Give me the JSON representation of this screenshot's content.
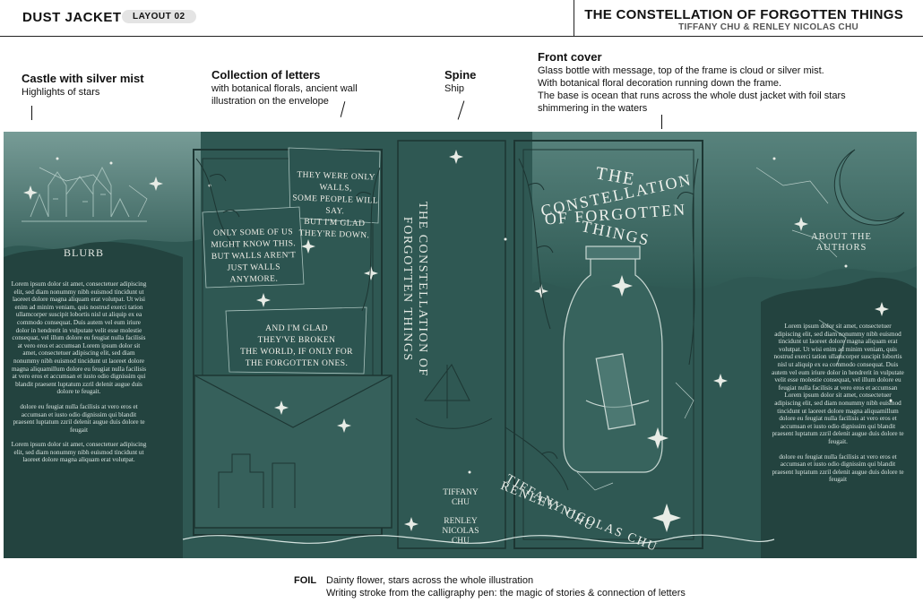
{
  "header": {
    "title": "DUST JACKET",
    "layout_badge": "LAYOUT 02",
    "book_title": "THE CONSTELLATION OF FORGOTTEN THINGS",
    "book_authors": "TIFFANY CHU & RENLEY NICOLAS CHU"
  },
  "annotations": {
    "castle": {
      "heading": "Castle with silver mist",
      "body": "Highlights of stars"
    },
    "letters": {
      "heading": "Collection of letters",
      "body_line1": "with botanical florals, ancient wall",
      "body_line2": "illustration on the envelope"
    },
    "spine": {
      "heading": "Spine",
      "body": "Ship"
    },
    "front": {
      "heading": "Front cover",
      "line1": "Glass bottle with message, top of the frame is cloud or silver mist.",
      "line2": "With botanical floral decoration running down the frame.",
      "line3": "The base is ocean that runs across the whole dust jacket with foil stars",
      "line4": "shimmering in the waters"
    }
  },
  "cover": {
    "blurb_label": "BLURB",
    "about_label_line1": "ABOUT THE",
    "about_label_line2": "AUTHORS",
    "letter1": {
      "l1": "THEY WERE ONLY WALLS,",
      "l2": "SOME PEOPLE WILL SAY.",
      "l3": "BUT I'M GLAD",
      "l4": "THEY'RE DOWN."
    },
    "letter2": {
      "l1": "ONLY SOME OF US",
      "l2": "MIGHT KNOW THIS.",
      "l3": "BUT WALLS AREN'T",
      "l4": "JUST WALLS ANYMORE."
    },
    "letter3": {
      "l1": "AND I'M GLAD",
      "l2": "THEY'VE BROKEN",
      "l3": "THE WORLD, IF ONLY FOR",
      "l4": "THE FORGOTTEN ONES."
    },
    "spine_title": "THE CONSTELLATION OF",
    "spine_title2": "FORGOTTEN THINGS",
    "spine_author1_l1": "TIFFANY",
    "spine_author1_l2": "CHU",
    "spine_author2_l1": "RENLEY",
    "spine_author2_l2": "NICOLAS",
    "spine_author2_l3": "CHU",
    "front_title_l1": "THE",
    "front_title_l2": "CONSTELLATION",
    "front_title_l3": "OF FORGOTTEN",
    "front_title_l4": "THINGS",
    "front_author1": "TIFFANY CHU",
    "front_author2": "RENLEY NICOLAS CHU",
    "blurb_text": {
      "p1": "Lorem ipsum dolor sit amet, consectetuer adipiscing elit, sed diam nonummy nibh euismod tincidunt ut laoreet dolore magna aliquam erat volutpat. Ut wisi enim ad minim veniam, quis nostrud exerci tation ullamcorper suscipit lobortis nisl ut aliquip ex ea commodo consequat. Duis autem vel eum iriure dolor in hendrerit in vulputate velit esse molestie consequat, vel illum dolore eu feugiat nulla facilisis at vero eros et accumsan Lorem ipsum dolor sit amet, consectetuer adipiscing elit, sed diam nonummy nibh euismod tincidunt ut laoreet dolore magna aliquamillum dolore eu feugiat nulla facilisis at vero eros et accumsan et iusto odio dignissim qui blandit praesent luptatum zzril delenit augue duis dolore te feugait.",
      "p2": "dolore eu feugiat nulla facilisis at vero eros et accumsan et iusto odio dignissim qui blandit praesent luptatum zzril delenit augue duis dolore te feugait",
      "p3": "Lorem ipsum dolor sit amet, consectetuer adipiscing elit, sed diam nonummy nibh euismod tincidunt ut laoreet dolore magna aliquam erat volutpat."
    },
    "authors_text": {
      "p1": "Lorem ipsum dolor sit amet, consectetuer adipiscing elit, sed diam nonummy nibh euismod tincidunt ut laoreet dolore magna aliquam erat volutpat. Ut wisi enim ad minim veniam, quis nostrud exerci tation ullamcorper suscipit lobortis nisl ut aliquip ex ea commodo consequat. Duis autem vel eum iriure dolor in hendrerit in vulputate velit esse molestie consequat, vel illum dolore eu feugiat nulla facilisis at vero eros et accumsan Lorem ipsum dolor sit amet, consectetuer adipiscing elit, sed diam nonummy nibh euismod tincidunt ut laoreet dolore magna aliquamillum dolore eu feugiat nulla facilisis at vero eros et accumsan et iusto odio dignissim qui blandit praesent luptatum zzril delenit augue duis dolore te feugait.",
      "p2": "dolore eu feugiat nulla facilisis at vero eros et accumsan et iusto odio dignissim qui blandit praesent luptatum zzril delenit augue duis dolore te feugait"
    }
  },
  "foil": {
    "label": "FOIL",
    "line1": "Dainty flower, stars across the whole illustration",
    "line2": "Writing stroke from the calligraphy pen: the magic of stories & connection of letters"
  },
  "colors": {
    "cover_bg": "#2d5550",
    "mist": "#6f9590",
    "panel_dark": "#213f3c",
    "ink_light": "#e8ece6"
  }
}
